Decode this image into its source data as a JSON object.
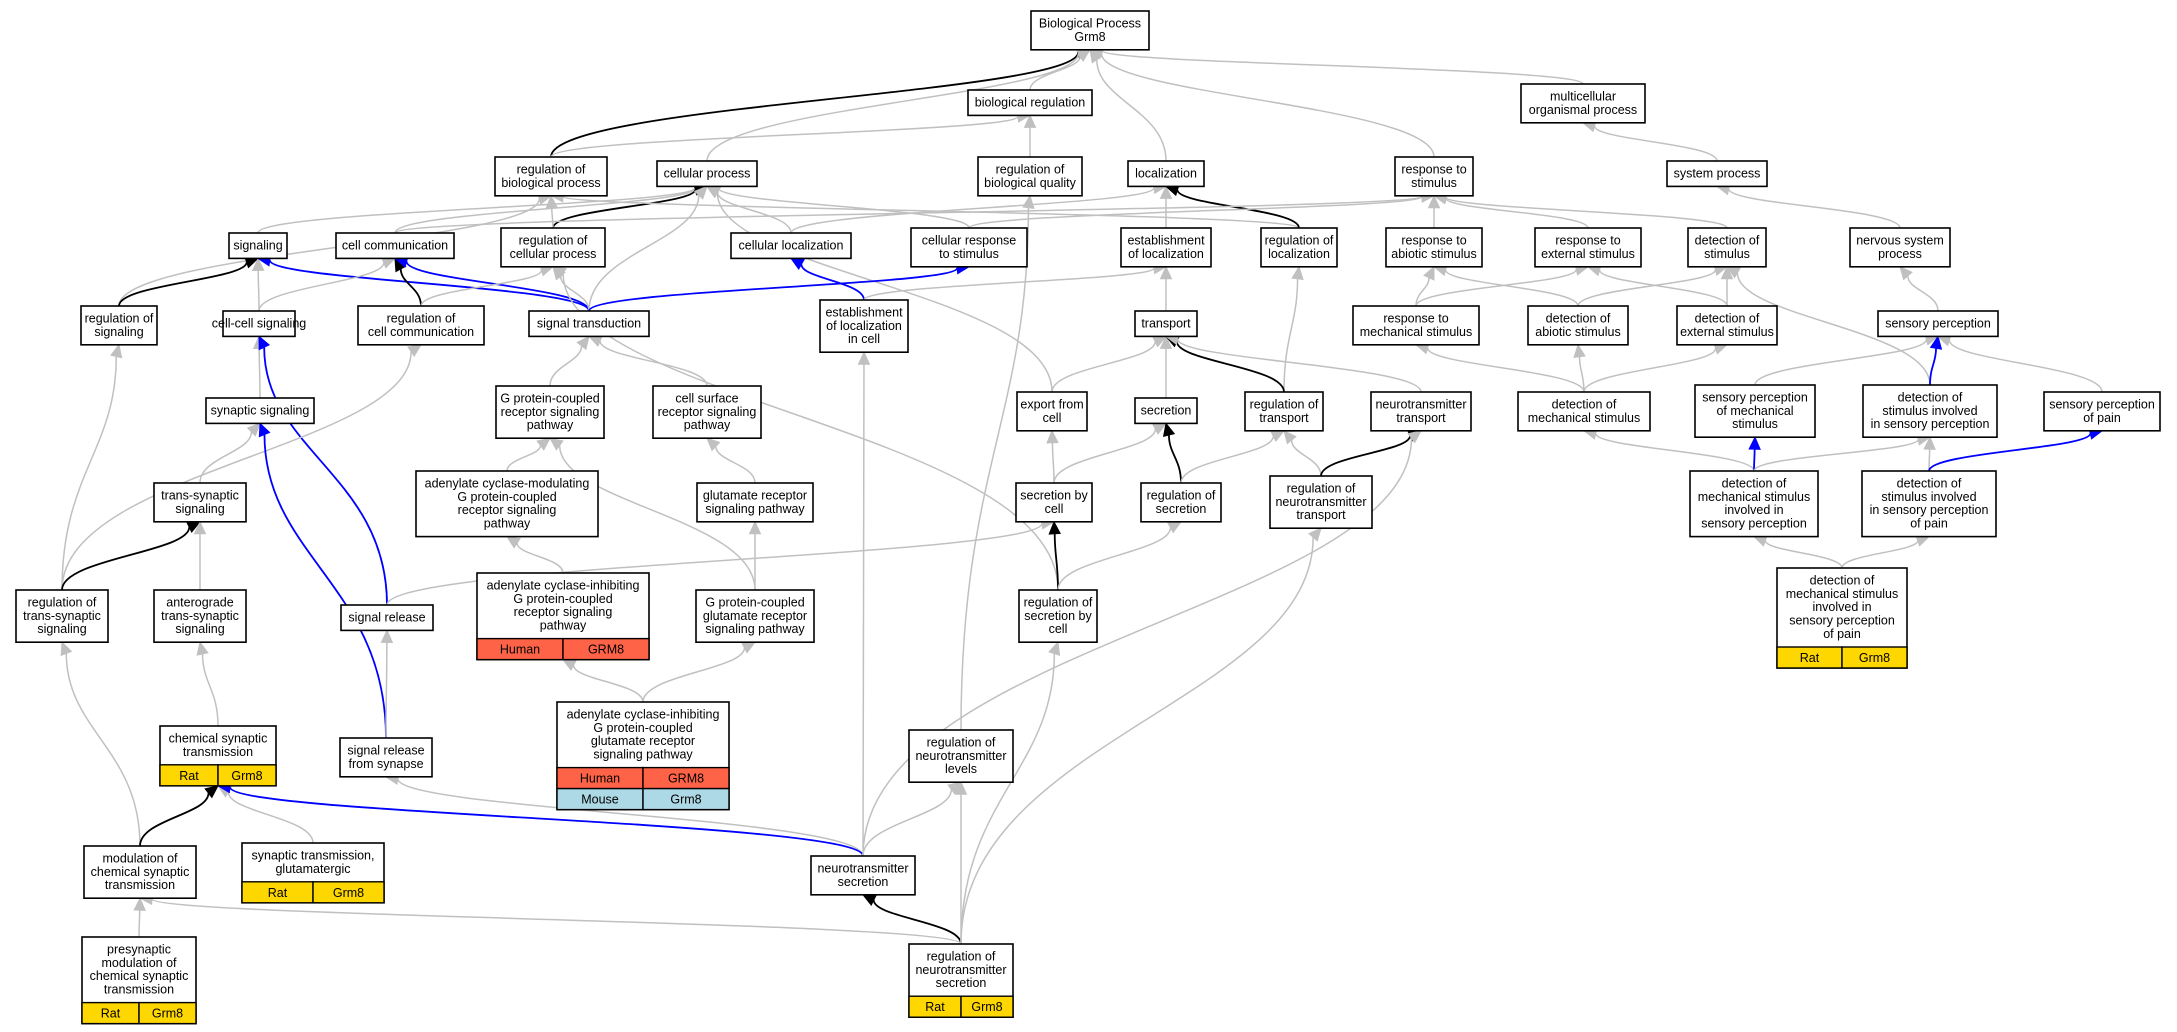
{
  "colors": {
    "rat": "#ffd700",
    "human": "#ff6347",
    "mouse": "#add8e6",
    "edge_gray": "#c0c0c0",
    "edge_black": "#000000",
    "edge_blue": "#0000ff"
  },
  "nodes": [
    {
      "id": "bp",
      "lines": [
        "Biological Process",
        "Grm8"
      ]
    },
    {
      "id": "breg",
      "lines": [
        "biological regulation"
      ]
    },
    {
      "id": "mop",
      "lines": [
        "multicellular",
        "organismal process"
      ]
    },
    {
      "id": "rbp",
      "lines": [
        "regulation of",
        "biological process"
      ]
    },
    {
      "id": "cp",
      "lines": [
        "cellular process"
      ]
    },
    {
      "id": "rbq",
      "lines": [
        "regulation of",
        "biological quality"
      ]
    },
    {
      "id": "loc",
      "lines": [
        "localization"
      ]
    },
    {
      "id": "rts",
      "lines": [
        "response to",
        "stimulus"
      ]
    },
    {
      "id": "sysp",
      "lines": [
        "system process"
      ]
    },
    {
      "id": "sig",
      "lines": [
        "signaling"
      ]
    },
    {
      "id": "cc",
      "lines": [
        "cell communication"
      ]
    },
    {
      "id": "rcp",
      "lines": [
        "regulation of",
        "cellular process"
      ]
    },
    {
      "id": "cl",
      "lines": [
        "cellular localization"
      ]
    },
    {
      "id": "crs",
      "lines": [
        "cellular response",
        "to stimulus"
      ]
    },
    {
      "id": "eol",
      "lines": [
        "establishment",
        "of localization"
      ]
    },
    {
      "id": "rol",
      "lines": [
        "regulation of",
        "localization"
      ]
    },
    {
      "id": "ras",
      "lines": [
        "response to",
        "abiotic stimulus"
      ]
    },
    {
      "id": "res",
      "lines": [
        "response to",
        "external stimulus"
      ]
    },
    {
      "id": "dos",
      "lines": [
        "detection of",
        "stimulus"
      ]
    },
    {
      "id": "nsp",
      "lines": [
        "nervous system",
        "process"
      ]
    },
    {
      "id": "ros",
      "lines": [
        "regulation of",
        "signaling"
      ]
    },
    {
      "id": "ccs",
      "lines": [
        "cell-cell signaling"
      ]
    },
    {
      "id": "rocc",
      "lines": [
        "regulation of",
        "cell communication"
      ]
    },
    {
      "id": "st",
      "lines": [
        "signal transduction"
      ]
    },
    {
      "id": "eolc",
      "lines": [
        "establishment",
        "of localization",
        "in cell"
      ]
    },
    {
      "id": "tr",
      "lines": [
        "transport"
      ]
    },
    {
      "id": "rms",
      "lines": [
        "response to",
        "mechanical stimulus"
      ]
    },
    {
      "id": "das",
      "lines": [
        "detection of",
        "abiotic stimulus"
      ]
    },
    {
      "id": "des",
      "lines": [
        "detection of",
        "external stimulus"
      ]
    },
    {
      "id": "sp",
      "lines": [
        "sensory perception"
      ]
    },
    {
      "id": "ss",
      "lines": [
        "synaptic signaling"
      ]
    },
    {
      "id": "gpcr",
      "lines": [
        "G protein-coupled",
        "receptor signaling",
        "pathway"
      ]
    },
    {
      "id": "csr",
      "lines": [
        "cell surface",
        "receptor signaling",
        "pathway"
      ]
    },
    {
      "id": "efc",
      "lines": [
        "export from",
        "cell"
      ]
    },
    {
      "id": "sec",
      "lines": [
        "secretion"
      ]
    },
    {
      "id": "rot",
      "lines": [
        "regulation of",
        "transport"
      ]
    },
    {
      "id": "ntt",
      "lines": [
        "neurotransmitter",
        "transport"
      ]
    },
    {
      "id": "dms",
      "lines": [
        "detection of",
        "mechanical stimulus"
      ]
    },
    {
      "id": "spms",
      "lines": [
        "sensory perception",
        "of mechanical",
        "stimulus"
      ]
    },
    {
      "id": "dsisp",
      "lines": [
        "detection of",
        "stimulus involved",
        "in sensory perception"
      ]
    },
    {
      "id": "spp",
      "lines": [
        "sensory perception",
        "of pain"
      ]
    },
    {
      "id": "tss",
      "lines": [
        "trans-synaptic",
        "signaling"
      ]
    },
    {
      "id": "acm",
      "lines": [
        "adenylate cyclase-modulating",
        "G protein-coupled",
        "receptor signaling",
        "pathway"
      ]
    },
    {
      "id": "grsp",
      "lines": [
        "glutamate receptor",
        "signaling pathway"
      ]
    },
    {
      "id": "sbc",
      "lines": [
        "secretion by",
        "cell"
      ]
    },
    {
      "id": "rose",
      "lines": [
        "regulation of",
        "secretion"
      ]
    },
    {
      "id": "rntt",
      "lines": [
        "regulation of",
        "neurotransmitter",
        "transport"
      ]
    },
    {
      "id": "dmsisp",
      "lines": [
        "detection of",
        "mechanical stimulus",
        "involved in",
        "sensory perception"
      ]
    },
    {
      "id": "dsispp",
      "lines": [
        "detection of",
        "stimulus involved",
        "in sensory perception",
        "of pain"
      ]
    },
    {
      "id": "rtss",
      "lines": [
        "regulation of",
        "trans-synaptic",
        "signaling"
      ]
    },
    {
      "id": "atss",
      "lines": [
        "anterograde",
        "trans-synaptic",
        "signaling"
      ]
    },
    {
      "id": "sr",
      "lines": [
        "signal release"
      ]
    },
    {
      "id": "aci",
      "lines": [
        "adenylate cyclase-inhibiting",
        "G protein-coupled",
        "receptor signaling",
        "pathway"
      ],
      "cells": [
        [
          "Human",
          "GRM8"
        ]
      ],
      "cell_colors": [
        "human"
      ]
    },
    {
      "id": "gpcgr",
      "lines": [
        "G protein-coupled",
        "glutamate receptor",
        "signaling pathway"
      ]
    },
    {
      "id": "rosbc",
      "lines": [
        "regulation of",
        "secretion by",
        "cell"
      ]
    },
    {
      "id": "dmsispp",
      "lines": [
        "detection of",
        "mechanical stimulus",
        "involved in",
        "sensory perception",
        "of pain"
      ],
      "cells": [
        [
          "Rat",
          "Grm8"
        ]
      ],
      "cell_colors": [
        "rat"
      ]
    },
    {
      "id": "chst",
      "lines": [
        "chemical synaptic",
        "transmission"
      ],
      "cells": [
        [
          "Rat",
          "Grm8"
        ]
      ],
      "cell_colors": [
        "rat"
      ]
    },
    {
      "id": "srfs",
      "lines": [
        "signal release",
        "from synapse"
      ]
    },
    {
      "id": "acigr",
      "lines": [
        "adenylate cyclase-inhibiting",
        "G protein-coupled",
        "glutamate receptor",
        "signaling pathway"
      ],
      "cells": [
        [
          "Human",
          "GRM8"
        ],
        [
          "Mouse",
          "Grm8"
        ]
      ],
      "cell_colors": [
        "human",
        "mouse"
      ]
    },
    {
      "id": "rntl",
      "lines": [
        "regulation of",
        "neurotransmitter",
        "levels"
      ]
    },
    {
      "id": "mchst",
      "lines": [
        "modulation of",
        "chemical synaptic",
        "transmission"
      ]
    },
    {
      "id": "stg",
      "lines": [
        "synaptic transmission,",
        "glutamatergic"
      ],
      "cells": [
        [
          "Rat",
          "Grm8"
        ]
      ],
      "cell_colors": [
        "rat"
      ]
    },
    {
      "id": "nts",
      "lines": [
        "neurotransmitter",
        "secretion"
      ]
    },
    {
      "id": "pmchst",
      "lines": [
        "presynaptic",
        "modulation of",
        "chemical synaptic",
        "transmission"
      ],
      "cells": [
        [
          "Rat",
          "Grm8"
        ]
      ],
      "cell_colors": [
        "rat"
      ]
    },
    {
      "id": "rnts",
      "lines": [
        "regulation of",
        "neurotransmitter",
        "secretion"
      ],
      "cells": [
        [
          "Rat",
          "Grm8"
        ]
      ],
      "cell_colors": [
        "rat"
      ]
    }
  ]
}
